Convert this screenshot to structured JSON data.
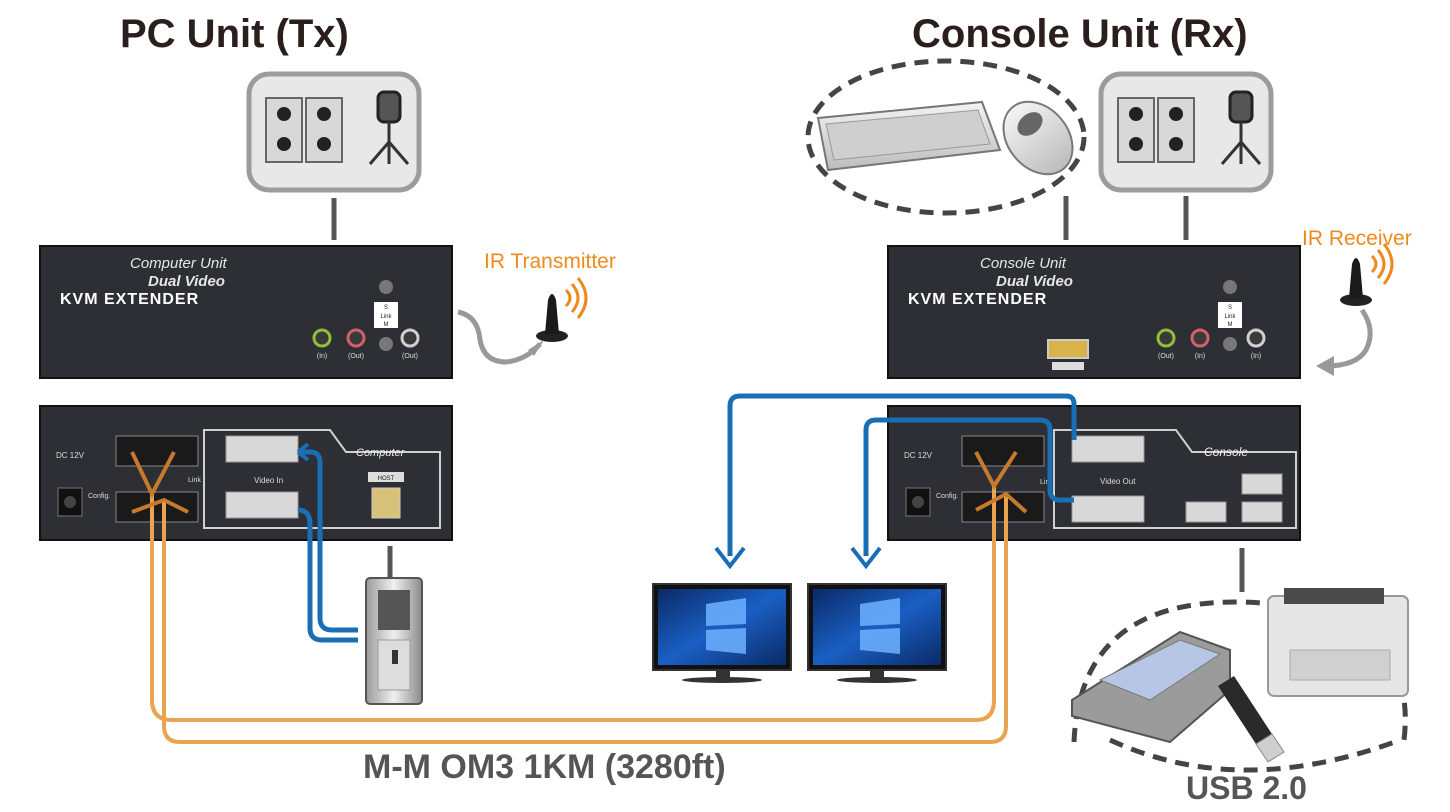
{
  "titles": {
    "tx": "PC Unit (Tx)",
    "rx": "Console Unit (Rx)"
  },
  "tx_front": {
    "model": "Computer Unit",
    "variant": "Dual Video",
    "product": "KVM EXTENDER",
    "port_in": "(In)",
    "port_out": "(Out)",
    "port_out2": "(Out)",
    "led_s": "S",
    "led_link": "Link",
    "led_m": "M"
  },
  "rx_front": {
    "model": "Console Unit",
    "variant": "Dual Video",
    "product": "KVM EXTENDER",
    "port_out": "(Out)",
    "port_in": "(In)",
    "port_in2": "(In)",
    "led_s": "S",
    "led_link": "Link",
    "led_m": "M"
  },
  "tx_rear": {
    "power": "DC 12V",
    "config": "Config.",
    "link": "Link",
    "video": "Video In",
    "section": "Computer",
    "host": "HOST"
  },
  "rx_rear": {
    "power": "DC 12V",
    "config": "Config.",
    "link": "Link",
    "video": "Video Out",
    "section": "Console"
  },
  "ir": {
    "transmitter": "IR Transmitter",
    "receiver": "IR Receiver"
  },
  "cable": "M-M OM3 1KM (3280ft)",
  "usb": "USB 2.0",
  "colors": {
    "fiber": "#e9a451",
    "fiber_dark": "#c57a2c",
    "video": "#1a6eb4",
    "ir_text": "#ee8a1c",
    "unit_body": "#2e2e35"
  }
}
